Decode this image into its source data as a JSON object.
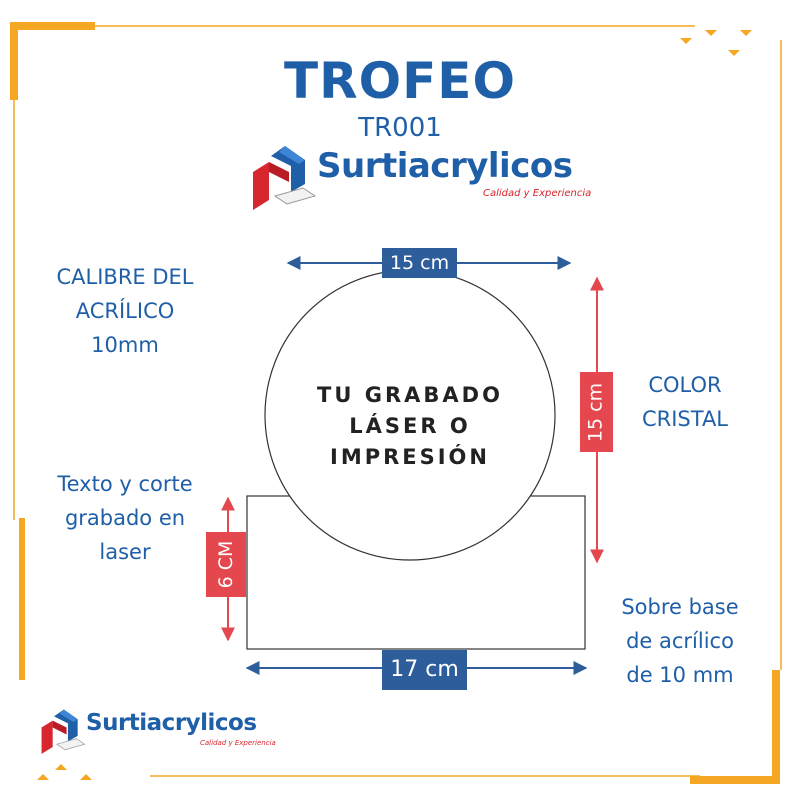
{
  "header": {
    "title": "TROFEO",
    "code": "TR001"
  },
  "brand": {
    "name": "Surtiacrylicos",
    "tagline": "Calidad y Experiencia"
  },
  "left_notes": {
    "caliber_line1": "CALIBRE DEL",
    "caliber_line2": "ACRÍLICO",
    "caliber_line3": "10mm",
    "text_line1": "Texto y corte",
    "text_line2": "grabado en",
    "text_line3": "laser"
  },
  "right_notes": {
    "color_line1": "COLOR",
    "color_line2": "CRISTAL",
    "base_line1": "Sobre base",
    "base_line2": "de acrílico",
    "base_line3": "de 10 mm"
  },
  "diagram": {
    "engrave_line1": "TU GRABADO",
    "engrave_line2": "LÁSER O",
    "engrave_line3": "IMPRESIÓN",
    "circle_width": "15 cm",
    "circle_height": "15 cm",
    "base_height": "6 CM",
    "base_width": "17 cm"
  },
  "colors": {
    "brand_blue": "#1f5fa8",
    "badge_blue": "#2d5d9a",
    "badge_red": "#e4474e",
    "accent_orange": "#f5a623"
  }
}
